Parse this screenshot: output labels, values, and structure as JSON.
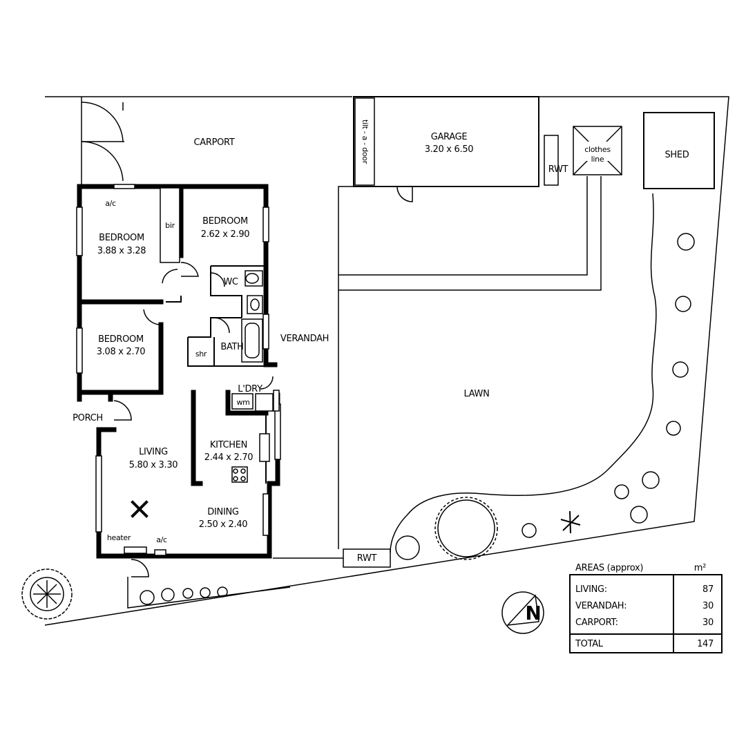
{
  "rooms": {
    "carport": "CARPORT",
    "garage": "GARAGE",
    "garage_size": "3.20 x 6.50",
    "tilt_door": "tilt - a - door",
    "rwt_top": "RWT",
    "clothes_line_1": "clothes",
    "clothes_line_2": "line",
    "shed": "SHED",
    "ac_bed1": "a/c",
    "bedroom1": "BEDROOM",
    "bedroom1_size": "3.88 x 3.28",
    "bir": "bir",
    "bedroom2": "BEDROOM",
    "bedroom2_size": "2.62 x 2.90",
    "wc": "WC",
    "bedroom3": "BEDROOM",
    "bedroom3_size": "3.08 x 2.70",
    "shr": "shr",
    "bath": "BATH",
    "verandah": "VERANDAH",
    "lawn": "LAWN",
    "ldry": "L'DRY",
    "wm": "wm",
    "porch": "PORCH",
    "kitchen": "KITCHEN",
    "kitchen_size": "2.44 x 2.70",
    "living": "LIVING",
    "living_size": "5.80 x 3.30",
    "dining": "DINING",
    "dining_size": "2.50 x 2.40",
    "heater": "heater",
    "ac_living": "a/c",
    "rwt_bottom": "RWT"
  },
  "areas": {
    "title": "AREAS (approx)",
    "unit": "m²",
    "rows": [
      {
        "label": "LIVING:",
        "value": "87"
      },
      {
        "label": "VERANDAH:",
        "value": "30"
      },
      {
        "label": "CARPORT:",
        "value": "30"
      }
    ],
    "total_label": "TOTAL",
    "total_value": "147"
  },
  "compass": {
    "letter": "N"
  }
}
